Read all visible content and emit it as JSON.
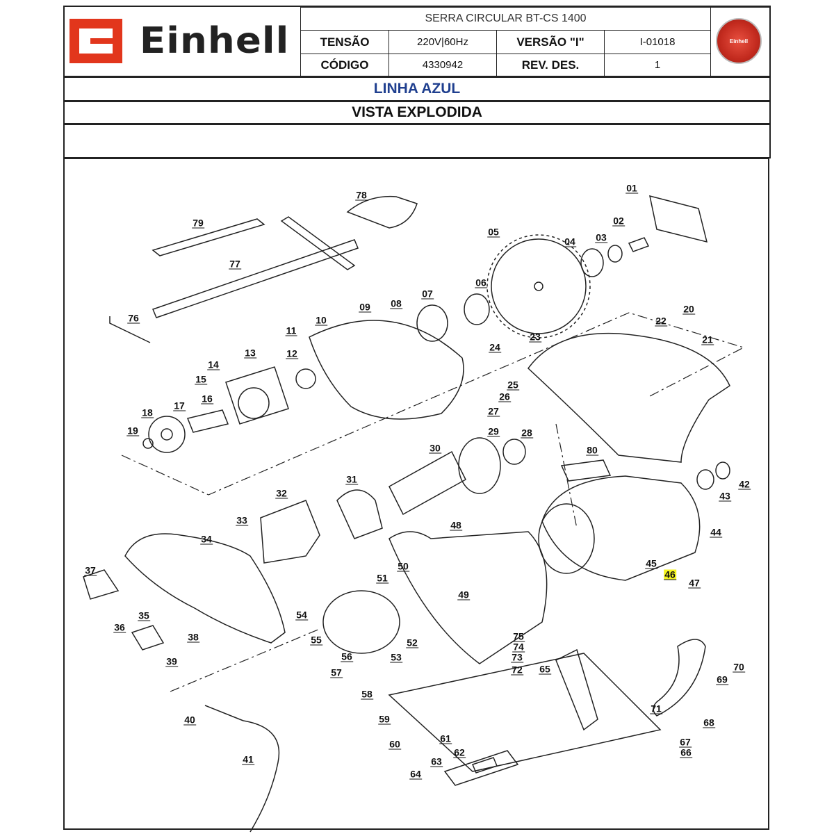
{
  "header": {
    "brand": "Einhell",
    "seal_text": "Einhell",
    "product": "SERRA CIRCULAR BT-CS 1400",
    "voltage_label": "TENSÃO",
    "voltage_value": "220V|60Hz",
    "version_label": "VERSÃO \"I\"",
    "version_value": "I-01018",
    "code_label": "CÓDIGO",
    "code_value": "4330942",
    "rev_label": "REV. DES.",
    "rev_value": "1"
  },
  "line": "LINHA AZUL",
  "line_color": "#1f3f8f",
  "view_title": "VISTA EXPLODIDA",
  "highlight_color": "#f5f51e",
  "highlighted_part": "46",
  "parts": [
    "01",
    "02",
    "03",
    "04",
    "05",
    "06",
    "07",
    "08",
    "09",
    "10",
    "11",
    "12",
    "13",
    "14",
    "15",
    "16",
    "17",
    "18",
    "19",
    "20",
    "21",
    "22",
    "23",
    "24",
    "25",
    "26",
    "27",
    "28",
    "29",
    "30",
    "31",
    "32",
    "33",
    "34",
    "35",
    "36",
    "37",
    "38",
    "39",
    "40",
    "41",
    "42",
    "43",
    "44",
    "45",
    "46",
    "47",
    "48",
    "49",
    "50",
    "51",
    "52",
    "53",
    "54",
    "55",
    "56",
    "57",
    "58",
    "59",
    "60",
    "61",
    "62",
    "63",
    "64",
    "65",
    "66",
    "67",
    "68",
    "69",
    "70",
    "71",
    "72",
    "73",
    "74",
    "75",
    "76",
    "77",
    "78",
    "79",
    "80"
  ]
}
